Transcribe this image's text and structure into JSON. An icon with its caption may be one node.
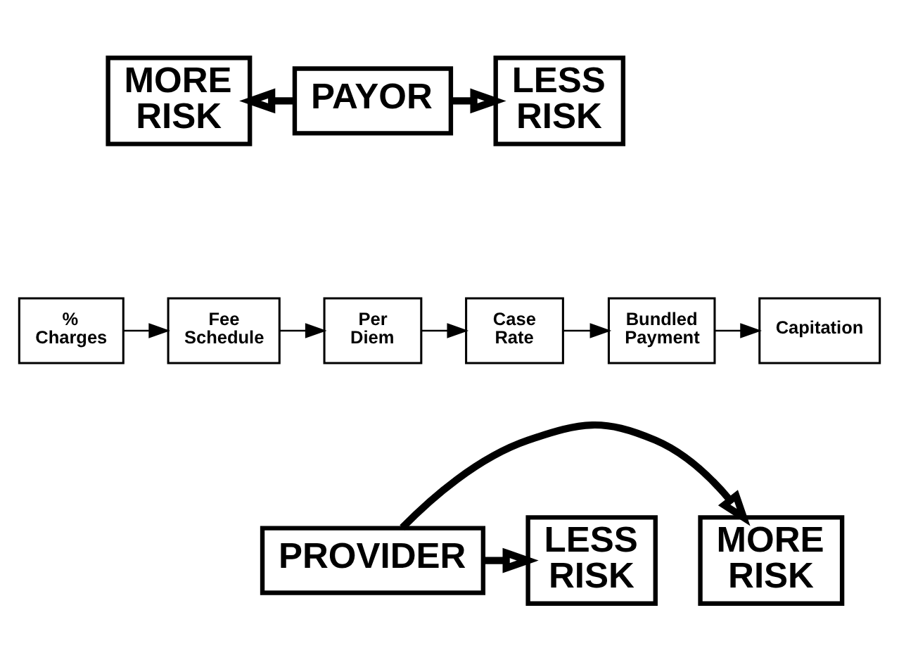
{
  "diagram": {
    "nodes": [
      {
        "text": [
          "MORE RISK"
        ]
      },
      {
        "text": [
          "PAYOR"
        ]
      },
      {
        "text": [
          "LESS RISK"
        ]
      },
      {
        "text": [
          "% Charges"
        ]
      },
      {
        "text": [
          "Fee Schedule"
        ]
      },
      {
        "text": [
          "Per Diem"
        ]
      },
      {
        "text": [
          "Case Rate"
        ]
      },
      {
        "text": [
          "Bundled Payment"
        ]
      },
      {
        "text": [
          "Capitation"
        ]
      },
      {
        "text": [
          "LESS RISK"
        ]
      },
      {
        "text": [
          "PROVIDER"
        ]
      },
      {
        "text": [
          "MORE RISK"
        ]
      }
    ],
    "edges": [
      {
        "from": 1,
        "to": 0,
        "arrow": "to",
        "style": "thick"
      },
      {
        "from": 1,
        "to": 2,
        "arrow": "to",
        "style": "thick"
      },
      {
        "from": 3,
        "to": 4,
        "arrow": "to"
      },
      {
        "from": 4,
        "to": 5,
        "arrow": "to"
      },
      {
        "from": 5,
        "to": 6,
        "arrow": "to"
      },
      {
        "from": 6,
        "to": 7,
        "arrow": "to"
      },
      {
        "from": 7,
        "to": 8,
        "arrow": "to"
      },
      {
        "from": 10,
        "to": 9,
        "arrow": "to",
        "style": "thick"
      },
      {
        "from": 10,
        "to": 11,
        "arrow": "to",
        "style": "thick"
      }
    ]
  }
}
